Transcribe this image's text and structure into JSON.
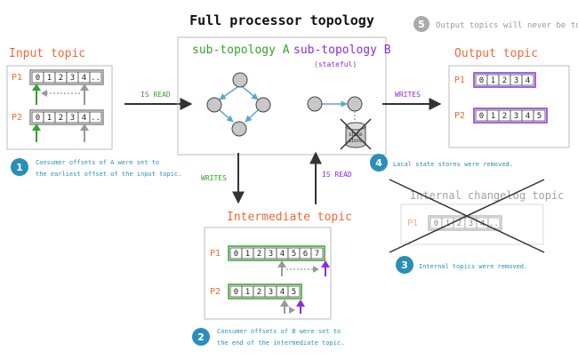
{
  "title": "Full processor topology",
  "note5": {
    "num": "5",
    "text": "Output topics will never be touched!"
  },
  "input_topic": {
    "title": "Input topic",
    "partitions": [
      {
        "label": "P1",
        "cells": [
          "0",
          "1",
          "2",
          "3",
          "4",
          ".."
        ]
      },
      {
        "label": "P2",
        "cells": [
          "0",
          "1",
          "2",
          "3",
          "4",
          ".."
        ]
      }
    ]
  },
  "processor": {
    "subA": "sub-topology A",
    "subB": "sub-topology B",
    "subB_note": "(stateful)",
    "state_store": "state\nstore"
  },
  "output_topic": {
    "title": "Output topic",
    "partitions": [
      {
        "label": "P1",
        "cells": [
          "0",
          "1",
          "2",
          "3",
          "4"
        ]
      },
      {
        "label": "P2",
        "cells": [
          "0",
          "1",
          "2",
          "3",
          "4",
          "5"
        ]
      }
    ]
  },
  "intermediate_topic": {
    "title": "Intermediate topic",
    "partitions": [
      {
        "label": "P1",
        "cells": [
          "0",
          "1",
          "2",
          "3",
          "4",
          "5",
          "6",
          "7"
        ]
      },
      {
        "label": "P2",
        "cells": [
          "0",
          "1",
          "2",
          "3",
          "4",
          "5"
        ]
      }
    ]
  },
  "changelog_topic": {
    "title": "Internal changelog topic",
    "partitions": [
      {
        "label": "P1",
        "cells": [
          "0",
          "1",
          "2",
          "3",
          "4",
          ".."
        ]
      }
    ]
  },
  "arrows": {
    "is_read_in": "IS READ",
    "writes_out": "WRITES",
    "writes_down": "WRITES",
    "is_read_up": "IS READ"
  },
  "notes": [
    {
      "num": "1",
      "line1": "Consumer offsets of A were set to",
      "line2": "the earliest offset of the input topic."
    },
    {
      "num": "2",
      "line1": "Consumer offsets of B were set to",
      "line2": "the end of the intermediate topic."
    },
    {
      "num": "3",
      "line1": "Internal topics were removed."
    },
    {
      "num": "4",
      "line1": "Local state stores were removed."
    }
  ],
  "colors": {
    "orange": "#ec6a3a",
    "green": "#37a12c",
    "purple": "#8a2be2",
    "gray": "#999999",
    "blue": "#2a8fb8",
    "node": "#c8c8c8",
    "nodeStroke": "#5aa6c8"
  }
}
